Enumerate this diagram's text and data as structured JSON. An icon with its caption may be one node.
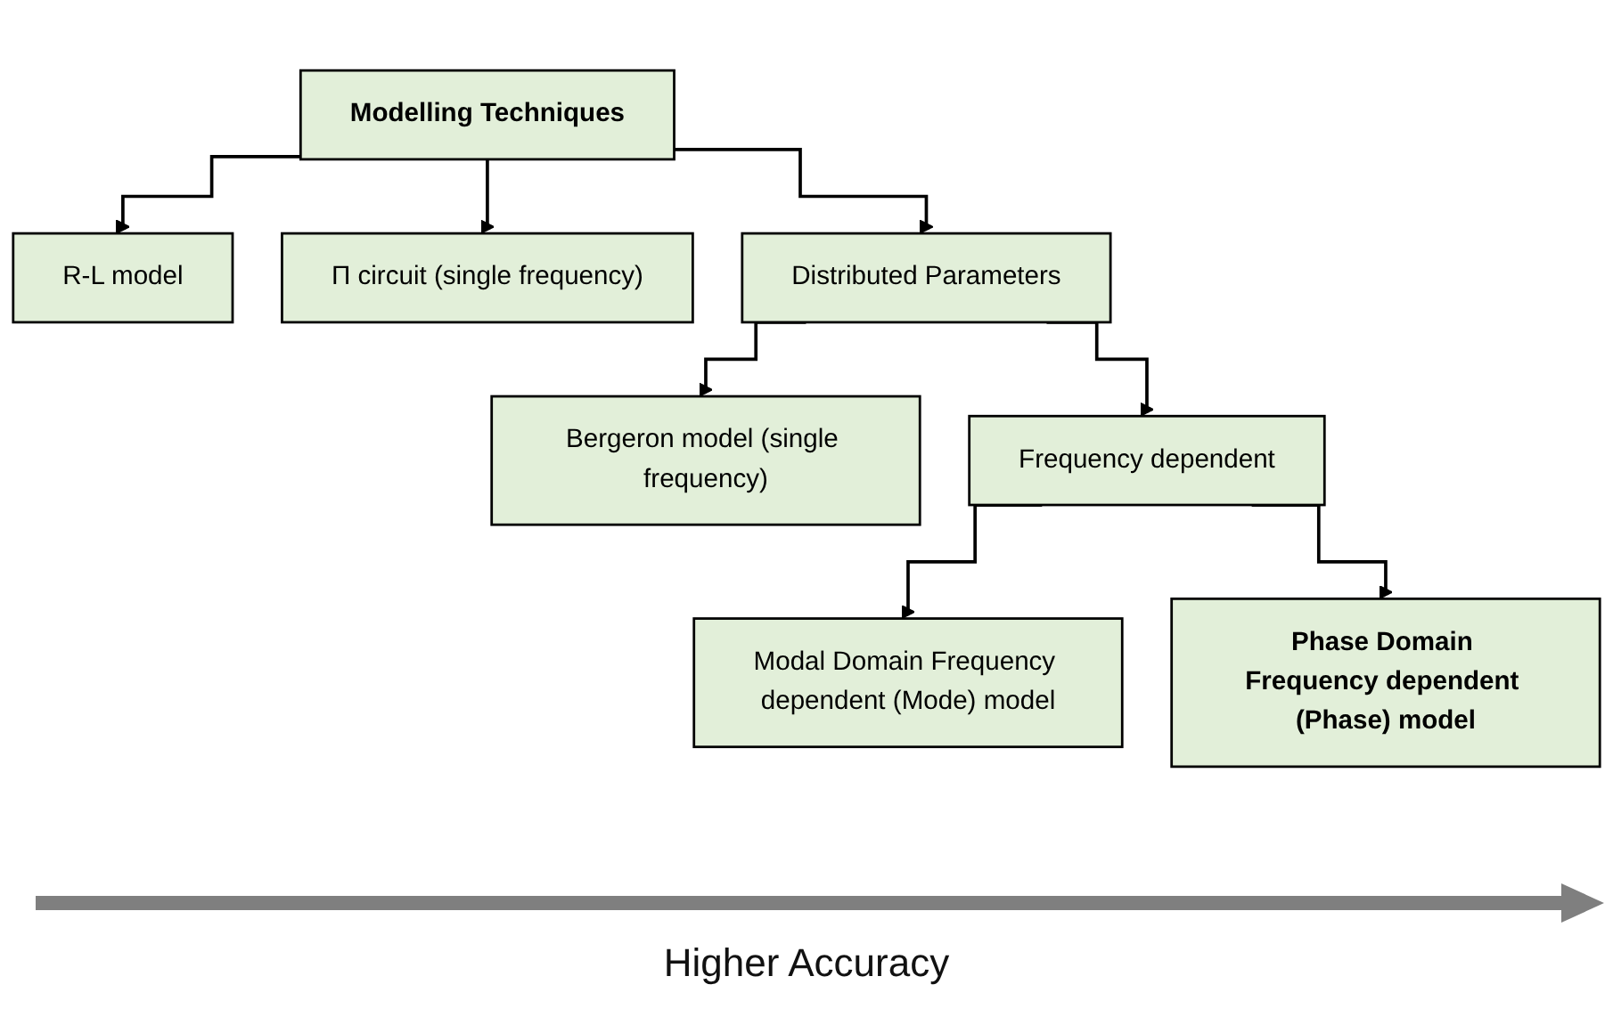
{
  "diagram": {
    "nodes": [
      {
        "text": [
          "Modelling Techniques"
        ]
      },
      {
        "text": [
          "R-L model"
        ]
      },
      {
        "text": [
          "Π circuit (single frequency)"
        ]
      },
      {
        "text": [
          "Distributed Parameters"
        ]
      },
      {
        "text": [
          "Bergeron model (single frequency)"
        ]
      },
      {
        "text": [
          "Frequency dependent"
        ]
      },
      {
        "text": [
          "Modal Domain Frequency dependent (Mode) model"
        ]
      },
      {
        "text": [
          "Phase Domain Frequency dependent (Phase) model"
        ]
      }
    ],
    "edges": [
      {
        "from": 0,
        "to": 1,
        "arrow": "to"
      },
      {
        "from": 0,
        "to": 2,
        "arrow": "to"
      },
      {
        "from": 0,
        "to": 3,
        "arrow": "to"
      },
      {
        "from": 3,
        "to": 4,
        "arrow": "to"
      },
      {
        "from": 3,
        "to": 5,
        "arrow": "to"
      },
      {
        "from": 5,
        "to": 6,
        "arrow": "to"
      },
      {
        "from": 5,
        "to": 7,
        "arrow": "to"
      }
    ],
    "labels": [
      "Higher Accuracy"
    ]
  }
}
